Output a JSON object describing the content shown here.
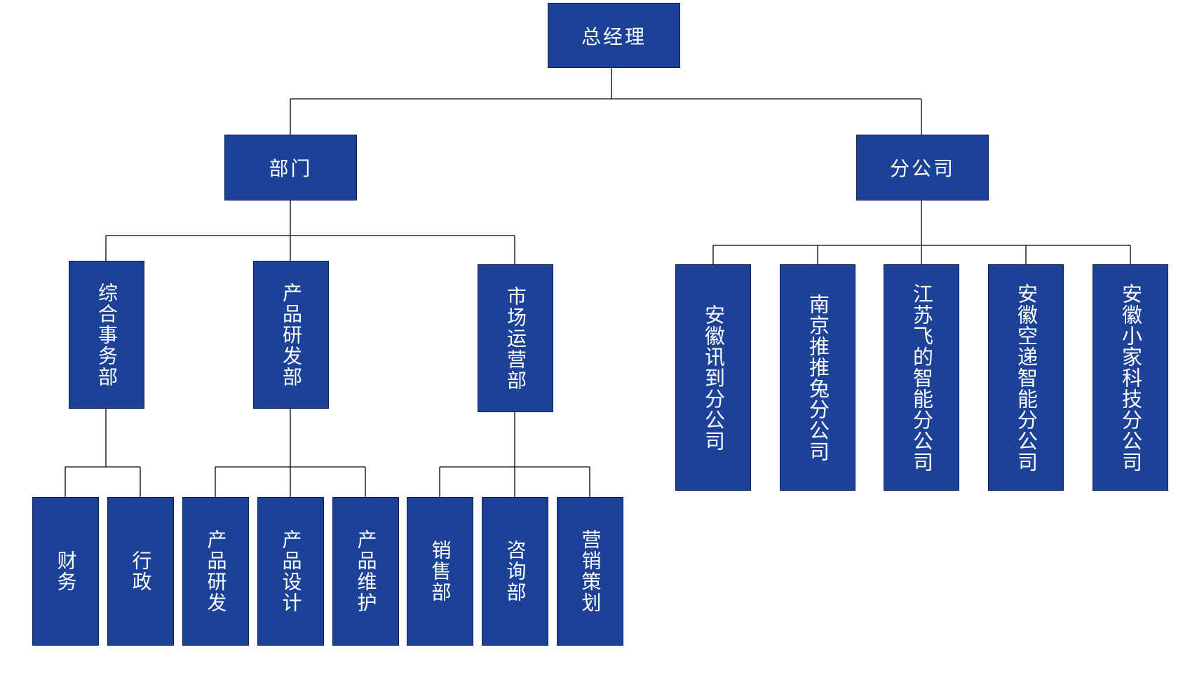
{
  "org_chart": {
    "root": "总经理",
    "level1": {
      "departments": "部门",
      "branches": "分公司"
    },
    "departments": [
      {
        "name": "综合事务部",
        "children": [
          "财务",
          "行政"
        ]
      },
      {
        "name": "产品研发部",
        "children": [
          "产品研发",
          "产品设计",
          "产品维护"
        ]
      },
      {
        "name": "市场运营部",
        "children": [
          "销售部",
          "咨询部",
          "营销策划"
        ]
      }
    ],
    "branches": [
      "安徽讯到分公司",
      "南京推推兔分公司",
      "江苏飞的智能分公司",
      "安徽空递智能分公司",
      "安徽小家科技分公司"
    ]
  },
  "colors": {
    "box_fill": "#1b4297",
    "box_text": "#ffffff",
    "connector": "#000000"
  }
}
